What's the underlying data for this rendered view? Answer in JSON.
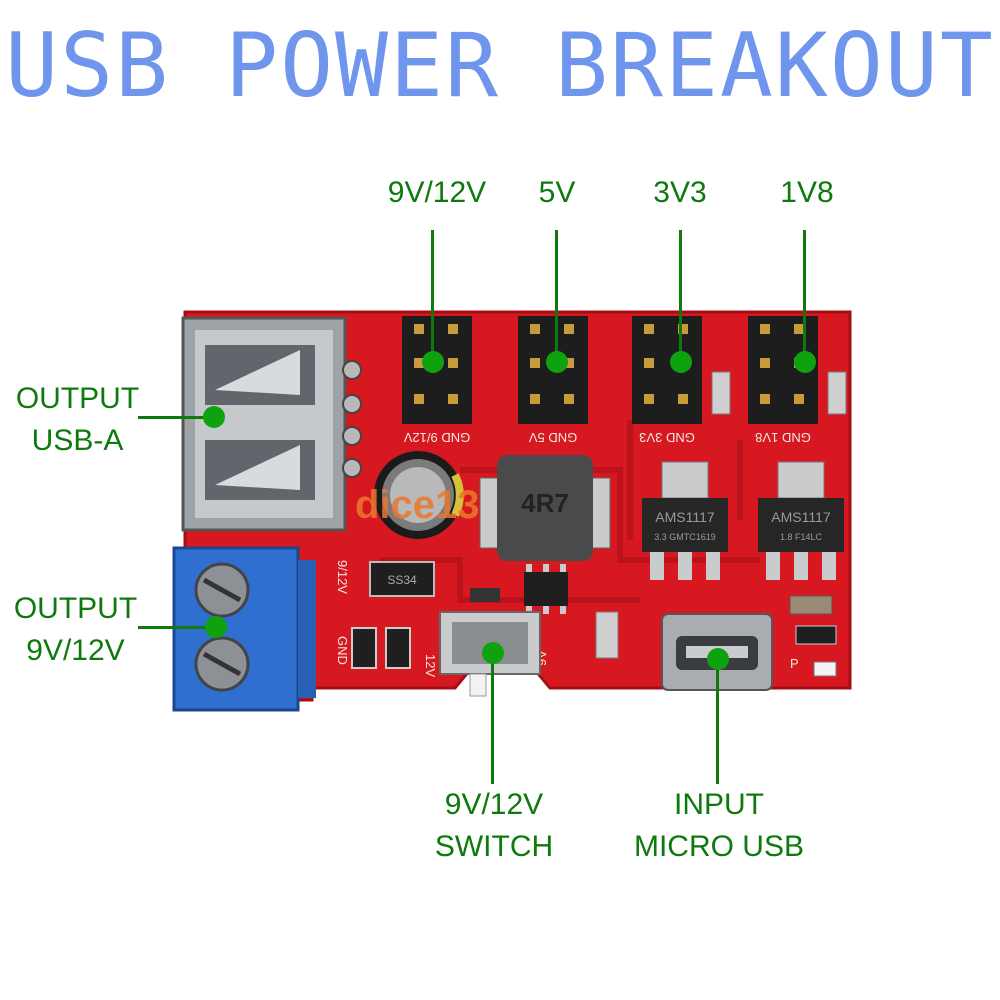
{
  "title": "USB POWER BREAKOUT",
  "labels": {
    "h1": "9V/12V",
    "h2": "5V",
    "h3": "3V3",
    "h4": "1V8",
    "usb_a": [
      "OUTPUT",
      "USB-A"
    ],
    "terminal": [
      "OUTPUT",
      "9V/12V"
    ],
    "switch": [
      "9V/12V",
      "SWITCH"
    ],
    "micro": [
      "INPUT",
      "MICRO USB"
    ]
  },
  "silkscreen": {
    "h1": "GND  9/12V",
    "h2": "GND  5V",
    "h3": "GND  3V3",
    "h4": "GND  1V8",
    "reg1": "AMS1117",
    "reg1_sub": "3.3  GMTC1619",
    "reg2": "AMS1117",
    "reg2_sub": "1.8  F14LC",
    "inductor": "4R7",
    "diode": "SS34",
    "side_v": "9/12V",
    "side_gnd": "GND",
    "sw_12": "12V",
    "sw_9": "9V",
    "led_p": "P"
  },
  "watermark": "dice13",
  "colors": {
    "title": "#6f96ec",
    "annotation": "#0e7a0e",
    "pcb": "#d81820",
    "terminal": "#2f6fd0"
  }
}
